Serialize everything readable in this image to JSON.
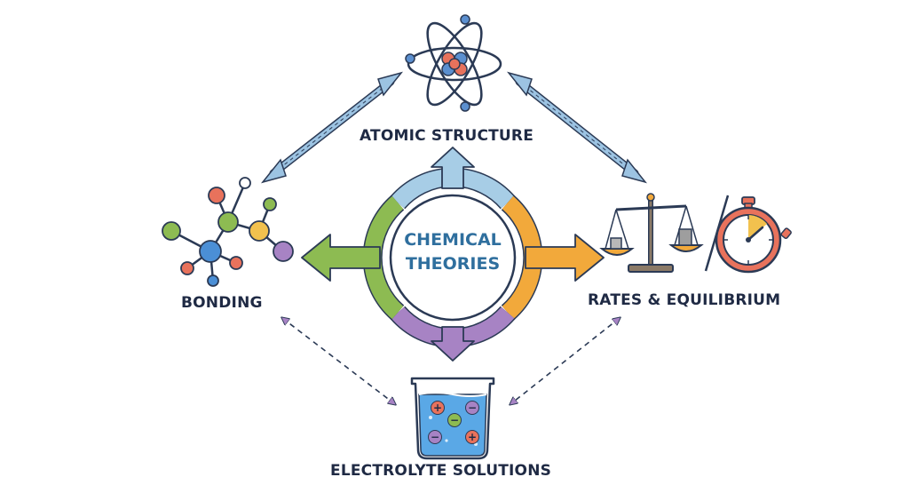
{
  "center": {
    "line1": "CHEMICAL",
    "line2": "THEORIES"
  },
  "nodes": {
    "atomic": "ATOMIC STRUCTURE",
    "bonding": "BONDING",
    "rates": "RATES & EQUILIBRIUM",
    "electrolyte": "ELECTROLYTE SOLUTIONS"
  },
  "beaker_signs": {
    "plus": "+",
    "minus": "−"
  },
  "colors": {
    "blue": "#a7cde6",
    "green": "#8dbb52",
    "orange": "#f2a93b",
    "purple": "#a783c4",
    "outline": "#2b3a55",
    "center_text": "#2f6f9e",
    "solid_link": "#9cc3e2",
    "dashed_link": "#8f7ab5"
  }
}
